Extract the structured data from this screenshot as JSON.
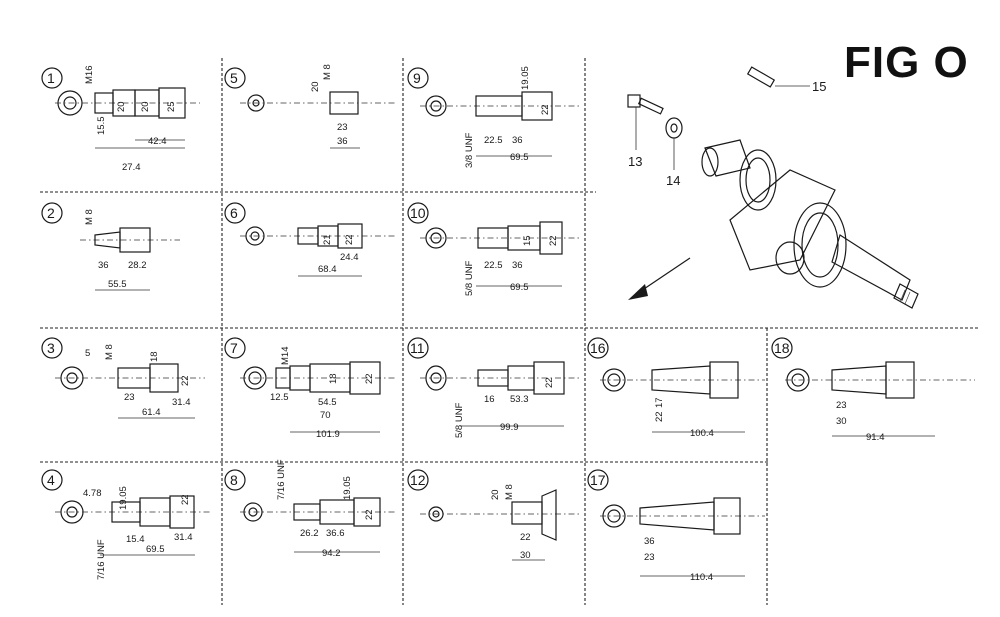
{
  "figure_title": "FIG O",
  "panels": [
    {
      "id": "1",
      "dims": [
        "M16",
        "20",
        "20",
        "25",
        "15.5",
        "42.4",
        "27.4"
      ]
    },
    {
      "id": "2",
      "dims": [
        "M 8",
        "36",
        "28.2",
        "55.5"
      ]
    },
    {
      "id": "3",
      "dims": [
        "M 8",
        "5",
        "18",
        "23",
        "22",
        "31.4",
        "61.4"
      ]
    },
    {
      "id": "4",
      "dims": [
        "4.78",
        "19.05",
        "22",
        "7/16 UNF",
        "15.4",
        "31.4",
        "69.5"
      ]
    },
    {
      "id": "5",
      "dims": [
        "20",
        "M 8",
        "23",
        "36"
      ]
    },
    {
      "id": "6",
      "dims": [
        "21",
        "22",
        "24.4",
        "68.4"
      ]
    },
    {
      "id": "7",
      "dims": [
        "M14",
        "12.5",
        "18",
        "22",
        "54.5",
        "70",
        "101.9"
      ]
    },
    {
      "id": "8",
      "dims": [
        "7/16 UNF",
        "19.05",
        "22",
        "26.2",
        "36.6",
        "94.2"
      ]
    },
    {
      "id": "9",
      "dims": [
        "19.05",
        "22",
        "3/8 UNF",
        "22.5",
        "36",
        "69.5"
      ]
    },
    {
      "id": "10",
      "dims": [
        "15",
        "22",
        "5/8 UNF",
        "22.5",
        "36",
        "69.5"
      ]
    },
    {
      "id": "11",
      "dims": [
        "5/8 UNF",
        "16",
        "22",
        "53.3",
        "99.9"
      ]
    },
    {
      "id": "12",
      "dims": [
        "20",
        "M 8",
        "22",
        "30"
      ]
    },
    {
      "id": "16",
      "dims": [
        "17",
        "22",
        "100.4"
      ]
    },
    {
      "id": "17",
      "dims": [
        "36",
        "23",
        "110.4"
      ]
    },
    {
      "id": "18",
      "dims": [
        "23",
        "30",
        "91.4"
      ]
    }
  ],
  "callouts": {
    "bolt": "13",
    "washer": "14",
    "key": "15"
  }
}
